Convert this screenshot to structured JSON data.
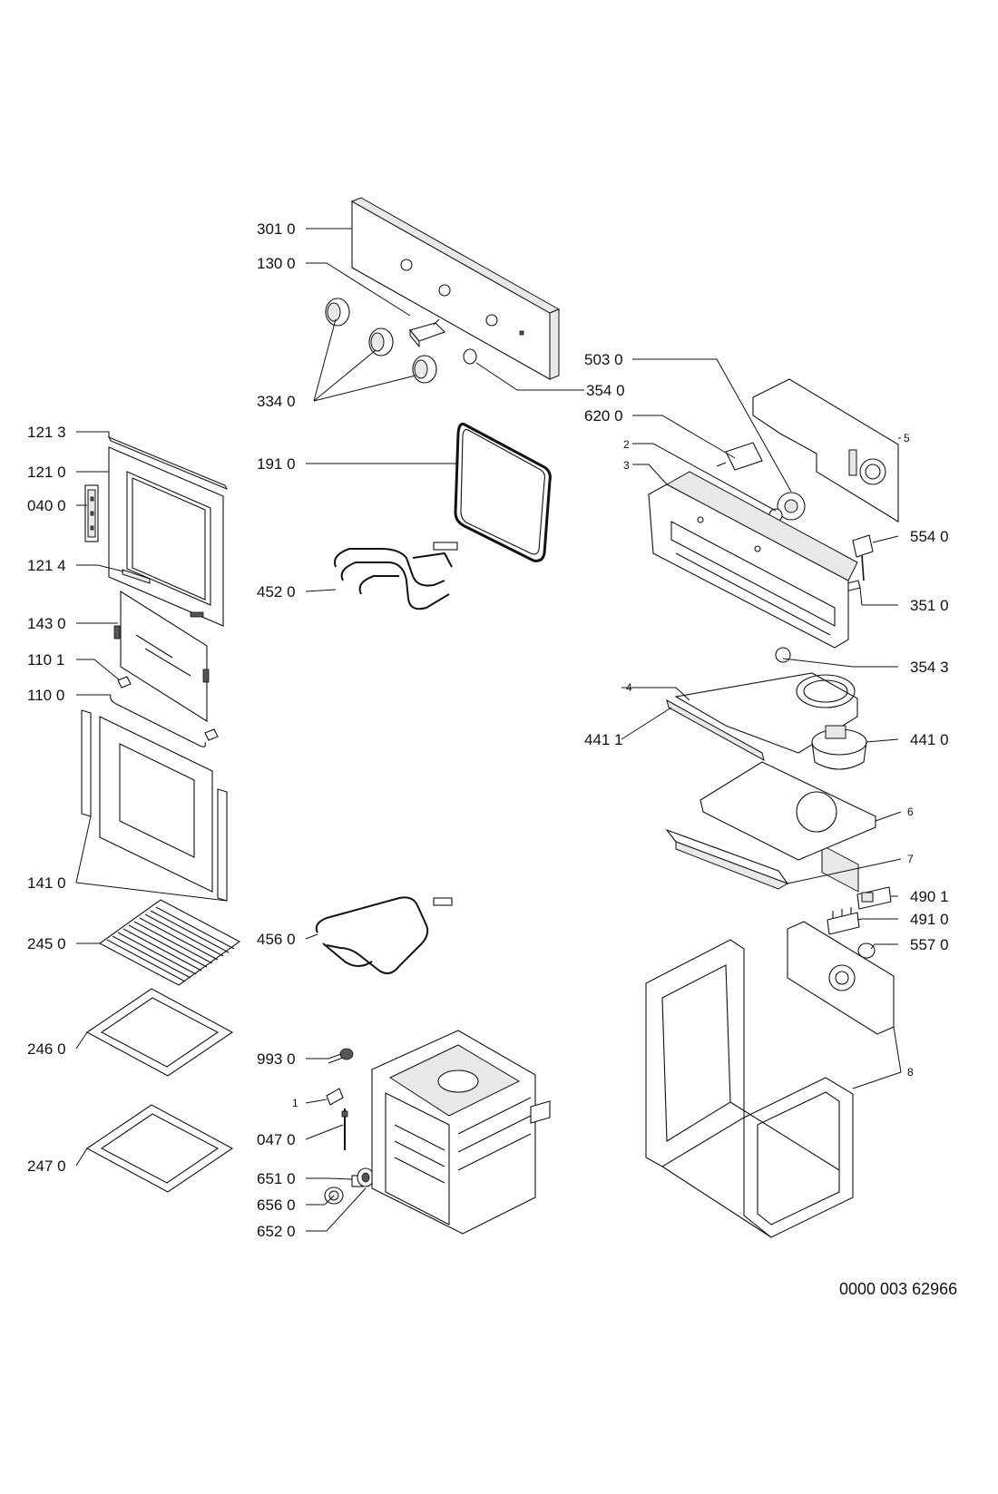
{
  "labels": {
    "l3010": "301 0",
    "l1300": "130 0",
    "l3340": "334 0",
    "l3540": "354 0",
    "l1213": "121 3",
    "l1210": "121 0",
    "l0400": "040 0",
    "l1214": "121 4",
    "l1430": "143 0",
    "l1101": "110 1",
    "l1100": "110 0",
    "l1410": "141 0",
    "l1910": "191 0",
    "l4520": "452 0",
    "l5030": "503 0",
    "l6200": "620 0",
    "l2": "2",
    "l3": "3",
    "l5": "5",
    "l5540": "554 0",
    "l3510": "351 0",
    "l3543": "354 3",
    "l4": "4",
    "l4411": "441 1",
    "l4410": "441 0",
    "l6": "6",
    "l7": "7",
    "l4901": "490 1",
    "l4910": "491 0",
    "l5570": "557 0",
    "l8": "8",
    "l2450": "245 0",
    "l4560": "456 0",
    "l2460": "246 0",
    "l9930": "993 0",
    "l1": "1",
    "l0470": "047 0",
    "l2470": "247 0",
    "l6510": "651 0",
    "l6560": "656 0",
    "l6520": "652 0"
  },
  "document_reference": "0000 003 62966"
}
